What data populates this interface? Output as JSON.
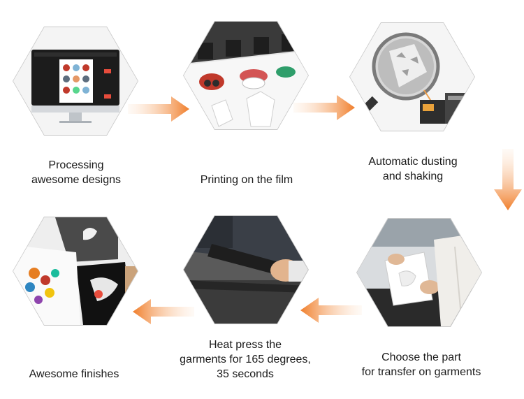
{
  "steps": [
    {
      "id": "design",
      "lines": [
        "Processing",
        "awesome designs"
      ]
    },
    {
      "id": "print",
      "lines": [
        "Printing on the film"
      ]
    },
    {
      "id": "dust",
      "lines": [
        "Automatic dusting",
        "and shaking"
      ]
    },
    {
      "id": "choose",
      "lines": [
        "Choose the part",
        "for transfer on garments"
      ]
    },
    {
      "id": "press",
      "lines": [
        "Heat press the",
        "garments for 165 degrees,",
        "35 seconds"
      ]
    },
    {
      "id": "finish",
      "lines": [
        "Awesome finishes"
      ]
    }
  ],
  "colors": {
    "arrow": "#f07e2b",
    "arrow_light": "#fde6d2",
    "hex_border": "#c9c9c9",
    "text": "#1a1a1a"
  }
}
